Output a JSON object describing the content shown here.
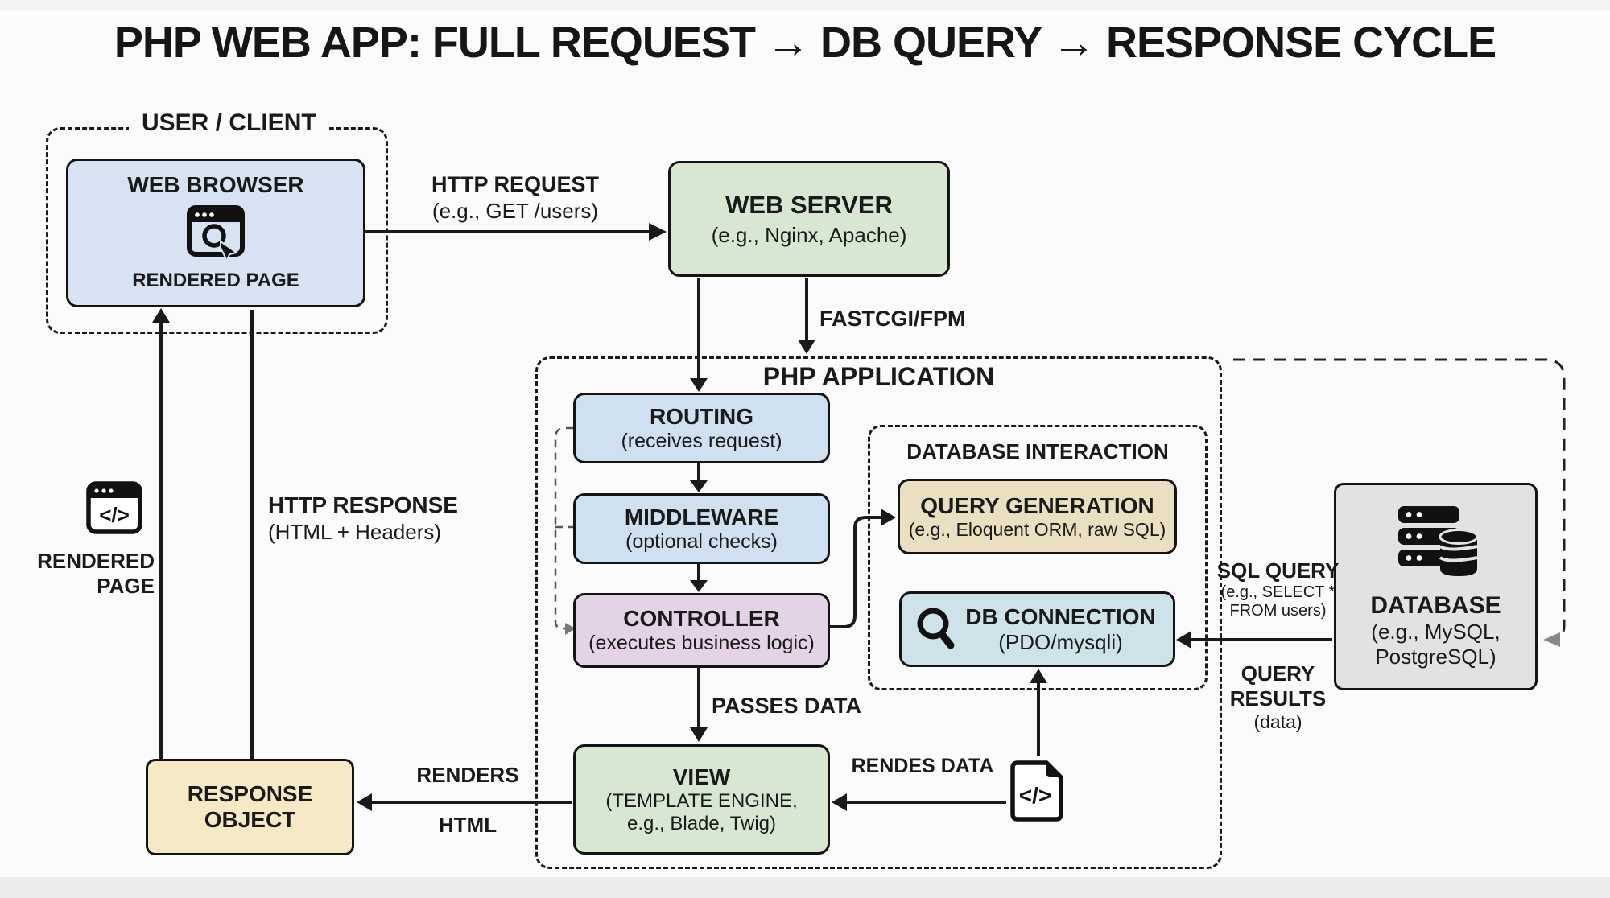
{
  "title": "PHP WEB APP: FULL REQUEST → DB QUERY → RESPONSE CYCLE",
  "user_client": {
    "label": "USER / CLIENT"
  },
  "web_browser": {
    "title": "WEB BROWSER",
    "caption": "RENDERED PAGE"
  },
  "http_request": {
    "line1": "HTTP REQUEST",
    "line2": "(e.g., GET /users)"
  },
  "web_server": {
    "title": "WEB SERVER",
    "subtitle": "(e.g., Nginx, Apache)"
  },
  "fastcgi": {
    "label": "FASTCGI/FPM"
  },
  "php_application": {
    "label": "PHP APPLICATION"
  },
  "routing": {
    "title": "ROUTING",
    "subtitle": "(receives request)"
  },
  "middleware": {
    "title": "MIDDLEWARE",
    "subtitle": "(optional checks)"
  },
  "controller": {
    "title": "CONTROLLER",
    "subtitle": "(executes business logic)"
  },
  "view": {
    "title": "VIEW",
    "subtitle1": "(TEMPLATE ENGINE,",
    "subtitle2": "e.g., Blade, Twig)"
  },
  "flow_labels": {
    "passes_data": "PASSES DATA",
    "rendes_data": "RENDES DATA",
    "renders_line1": "RENDERS",
    "renders_line2": "HTML"
  },
  "database_interaction": {
    "label": "DATABASE INTERACTION"
  },
  "query_generation": {
    "title": "QUERY GENERATION",
    "subtitle": "(e.g., Eloquent ORM, raw SQL)"
  },
  "db_connection": {
    "title": "DB CONNECTION",
    "subtitle": "(PDO/mysqli)"
  },
  "database": {
    "title": "DATABASE",
    "subtitle1": "(e.g., MySQL,",
    "subtitle2": "PostgreSQL)"
  },
  "sql_query": {
    "line1": "SQL QUERY",
    "line2": "(e.g., SELECT *",
    "line3": "FROM users)"
  },
  "query_results": {
    "line1": "QUERY",
    "line2": "RESULTS",
    "line3": "(data)"
  },
  "http_response": {
    "line1": "HTTP RESPONSE",
    "line2": "(HTML + Headers)"
  },
  "rendered_page_note": {
    "line1": "RENDERED",
    "line2": "PAGE"
  },
  "response_object": {
    "line1": "RESPONSE",
    "line2": "OBJECT"
  },
  "colors": {
    "box_blue": "#d7e3f3",
    "box_green": "#d8e7d2",
    "box_purple": "#e4d2e6",
    "box_tan": "#ebdfc1",
    "box_cyan": "#cde3e9",
    "box_yellow": "#f6e9c6",
    "box_gray": "#e2e2e2",
    "ink": "#1a1a1a",
    "background": "#fbfbfb"
  }
}
